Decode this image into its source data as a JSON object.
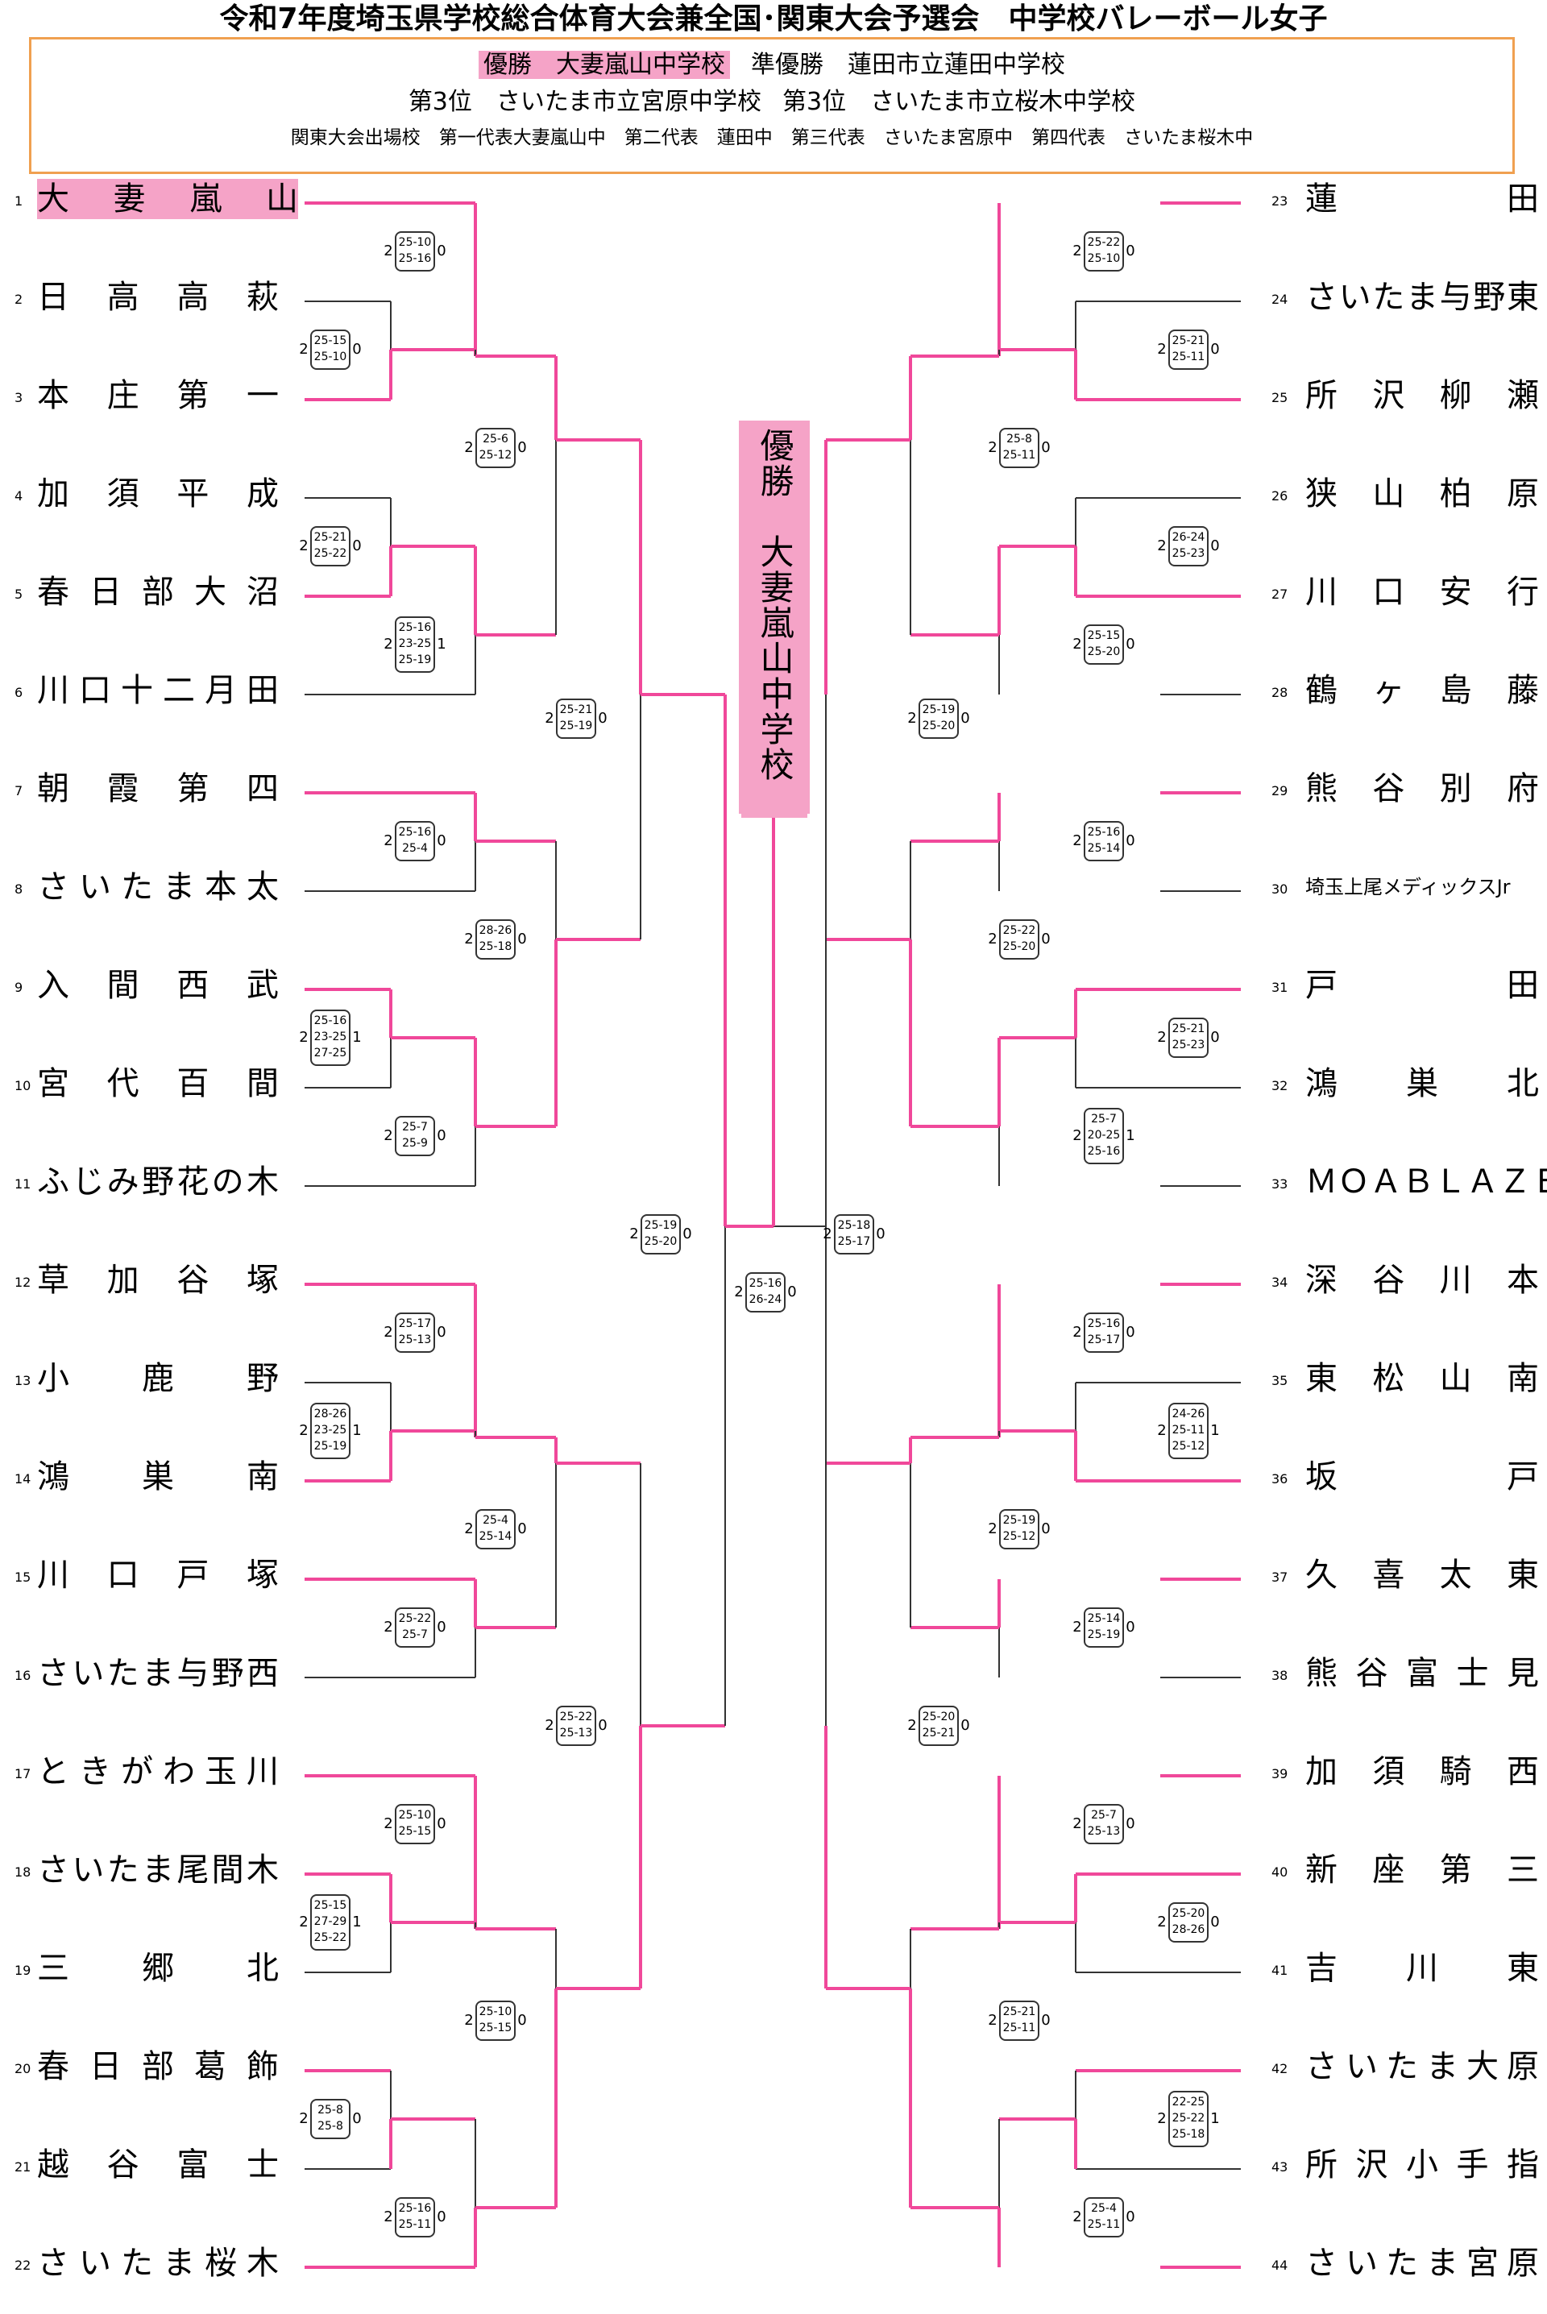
{
  "header": {
    "title": "令和7年度埼玉県学校総合体育大会兼全国･関東大会予選会　中学校バレーボール女子",
    "winner_label": "優勝　大妻嵐山中学校",
    "runner_up": "準優勝　蓮田市立蓮田中学校",
    "third_a": "第3位　さいたま市立宮原中学校",
    "third_b": "第3位　さいたま市立桜木中学校",
    "qualifiers": "関東大会出場校　第一代表大妻嵐山中　第二代表　蓮田中　第三代表　さいたま宮原中　第四代表　さいたま桜木中"
  },
  "champion": "優勝　大妻嵐山中学校",
  "colors": {
    "win": "#f0489a",
    "lose": "#333333",
    "highlight": "#f5a3c7",
    "frame": "#f0a050"
  },
  "left_teams": [
    {
      "no": "1",
      "name": "大妻嵐山",
      "spaced": true
    },
    {
      "no": "2",
      "name": "日高高萩",
      "spaced": true
    },
    {
      "no": "3",
      "name": "本庄第一",
      "spaced": true
    },
    {
      "no": "4",
      "name": "加須平成",
      "spaced": true
    },
    {
      "no": "5",
      "name": "春日部大沼",
      "spaced": true
    },
    {
      "no": "6",
      "name": "川口十二月田",
      "spaced": true
    },
    {
      "no": "7",
      "name": "朝霞第四",
      "spaced": true
    },
    {
      "no": "8",
      "name": "さいたま本太",
      "spaced": true
    },
    {
      "no": "9",
      "name": "入間西武",
      "spaced": true
    },
    {
      "no": "10",
      "name": "宮代百間",
      "spaced": true
    },
    {
      "no": "11",
      "name": "ふじみ野花の木",
      "spaced": true
    },
    {
      "no": "12",
      "name": "草加谷塚",
      "spaced": true
    },
    {
      "no": "13",
      "name": "小鹿野",
      "spaced": true
    },
    {
      "no": "14",
      "name": "鴻巣南",
      "spaced": true
    },
    {
      "no": "15",
      "name": "川口戸塚",
      "spaced": true
    },
    {
      "no": "16",
      "name": "さいたま与野西",
      "spaced": true
    },
    {
      "no": "17",
      "name": "ときがわ玉川",
      "spaced": true
    },
    {
      "no": "18",
      "name": "さいたま尾間木",
      "spaced": true
    },
    {
      "no": "19",
      "name": "三郷北",
      "spaced": true
    },
    {
      "no": "20",
      "name": "春日部葛飾",
      "spaced": true
    },
    {
      "no": "21",
      "name": "越谷富士",
      "spaced": true
    },
    {
      "no": "22",
      "name": "さいたま桜木",
      "spaced": true
    }
  ],
  "right_teams": [
    {
      "no": "23",
      "name": "蓮田",
      "spaced": true
    },
    {
      "no": "24",
      "name": "さいたま与野東",
      "spaced": true
    },
    {
      "no": "25",
      "name": "所沢柳瀬",
      "spaced": true
    },
    {
      "no": "26",
      "name": "狭山柏原",
      "spaced": true
    },
    {
      "no": "27",
      "name": "川口安行",
      "spaced": true
    },
    {
      "no": "28",
      "name": "鶴ヶ島藤",
      "spaced": true
    },
    {
      "no": "29",
      "name": "熊谷別府",
      "spaced": true
    },
    {
      "no": "30",
      "name": "埼玉上尾メディックスJr",
      "spaced": false
    },
    {
      "no": "31",
      "name": "戸田",
      "spaced": true
    },
    {
      "no": "32",
      "name": "鴻巣北",
      "spaced": true
    },
    {
      "no": "33",
      "name": "ＭＯＡＢＬＡＺＥ",
      "spaced": true
    },
    {
      "no": "34",
      "name": "深谷川本",
      "spaced": true
    },
    {
      "no": "35",
      "name": "東松山南",
      "spaced": true
    },
    {
      "no": "36",
      "name": "坂戸",
      "spaced": true
    },
    {
      "no": "37",
      "name": "久喜太東",
      "spaced": true
    },
    {
      "no": "38",
      "name": "熊谷富士見",
      "spaced": true
    },
    {
      "no": "39",
      "name": "加須騎西",
      "spaced": true
    },
    {
      "no": "40",
      "name": "新座第三",
      "spaced": true
    },
    {
      "no": "41",
      "name": "吉川東",
      "spaced": true
    },
    {
      "no": "42",
      "name": "さいたま大原",
      "spaced": true
    },
    {
      "no": "43",
      "name": "所沢小手指",
      "spaced": true
    },
    {
      "no": "44",
      "name": "さいたま宮原",
      "spaced": true
    }
  ],
  "scores": [
    {
      "id": "L1",
      "lines": [
        "25-10",
        "25-16"
      ],
      "l": "2",
      "r": "0"
    },
    {
      "id": "L2",
      "lines": [
        "25-15",
        "25-10"
      ],
      "l": "2",
      "r": "0"
    },
    {
      "id": "L3",
      "lines": [
        "25-6",
        "25-12"
      ],
      "l": "2",
      "r": "0"
    },
    {
      "id": "L4",
      "lines": [
        "25-21",
        "25-22"
      ],
      "l": "2",
      "r": "0"
    },
    {
      "id": "L5",
      "lines": [
        "25-16",
        "23-25",
        "25-19"
      ],
      "l": "2",
      "r": "1"
    },
    {
      "id": "L6",
      "lines": [
        "25-21",
        "25-19"
      ],
      "l": "2",
      "r": "0"
    },
    {
      "id": "L7",
      "lines": [
        "25-16",
        "25-4"
      ],
      "l": "2",
      "r": "0"
    },
    {
      "id": "L8",
      "lines": [
        "28-26",
        "25-18"
      ],
      "l": "2",
      "r": "0"
    },
    {
      "id": "L9",
      "lines": [
        "25-16",
        "23-25",
        "27-25"
      ],
      "l": "2",
      "r": "1"
    },
    {
      "id": "L10",
      "lines": [
        "25-7",
        "25-9"
      ],
      "l": "2",
      "r": "0"
    },
    {
      "id": "L11",
      "lines": [
        "25-19",
        "25-20"
      ],
      "l": "2",
      "r": "0"
    },
    {
      "id": "L12",
      "lines": [
        "25-17",
        "25-13"
      ],
      "l": "2",
      "r": "0"
    },
    {
      "id": "L13",
      "lines": [
        "28-26",
        "23-25",
        "25-19"
      ],
      "l": "2",
      "r": "1"
    },
    {
      "id": "L14",
      "lines": [
        "25-4",
        "25-14"
      ],
      "l": "2",
      "r": "0"
    },
    {
      "id": "L15",
      "lines": [
        "25-22",
        "25-7"
      ],
      "l": "2",
      "r": "0"
    },
    {
      "id": "L16",
      "lines": [
        "25-22",
        "25-13"
      ],
      "l": "2",
      "r": "0"
    },
    {
      "id": "L17",
      "lines": [
        "25-10",
        "25-15"
      ],
      "l": "2",
      "r": "0"
    },
    {
      "id": "L18",
      "lines": [
        "25-15",
        "27-29",
        "25-22"
      ],
      "l": "2",
      "r": "1"
    },
    {
      "id": "L19",
      "lines": [
        "25-10",
        "25-15"
      ],
      "l": "2",
      "r": "0"
    },
    {
      "id": "L20",
      "lines": [
        "25-8",
        "25-8"
      ],
      "l": "2",
      "r": "0"
    },
    {
      "id": "L21",
      "lines": [
        "25-16",
        "25-11"
      ],
      "l": "2",
      "r": "0"
    },
    {
      "id": "F",
      "lines": [
        "25-16",
        "26-24"
      ],
      "l": "2",
      "r": "0"
    },
    {
      "id": "R1",
      "lines": [
        "25-22",
        "25-10"
      ],
      "l": "2",
      "r": "0"
    },
    {
      "id": "R2",
      "lines": [
        "25-21",
        "25-11"
      ],
      "l": "2",
      "r": "0"
    },
    {
      "id": "R3",
      "lines": [
        "25-8",
        "25-11"
      ],
      "l": "2",
      "r": "0"
    },
    {
      "id": "R4",
      "lines": [
        "26-24",
        "25-23"
      ],
      "l": "2",
      "r": "0"
    },
    {
      "id": "R5",
      "lines": [
        "25-15",
        "25-20"
      ],
      "l": "2",
      "r": "0"
    },
    {
      "id": "R6",
      "lines": [
        "25-19",
        "25-20"
      ],
      "l": "2",
      "r": "0"
    },
    {
      "id": "R7",
      "lines": [
        "25-16",
        "25-14"
      ],
      "l": "2",
      "r": "0"
    },
    {
      "id": "R8",
      "lines": [
        "25-22",
        "25-20"
      ],
      "l": "2",
      "r": "0"
    },
    {
      "id": "R9",
      "lines": [
        "25-21",
        "25-23"
      ],
      "l": "2",
      "r": "0"
    },
    {
      "id": "R10",
      "lines": [
        "25-7",
        "20-25",
        "25-16"
      ],
      "l": "2",
      "r": "1"
    },
    {
      "id": "R11",
      "lines": [
        "25-18",
        "25-17"
      ],
      "l": "2",
      "r": "0"
    },
    {
      "id": "R12",
      "lines": [
        "25-16",
        "25-17"
      ],
      "l": "2",
      "r": "0"
    },
    {
      "id": "R13",
      "lines": [
        "24-26",
        "25-11",
        "25-12"
      ],
      "l": "2",
      "r": "1"
    },
    {
      "id": "R14",
      "lines": [
        "25-19",
        "25-12"
      ],
      "l": "2",
      "r": "0"
    },
    {
      "id": "R15",
      "lines": [
        "25-14",
        "25-19"
      ],
      "l": "2",
      "r": "0"
    },
    {
      "id": "R16",
      "lines": [
        "25-20",
        "25-21"
      ],
      "l": "2",
      "r": "0"
    },
    {
      "id": "R17",
      "lines": [
        "25-7",
        "25-13"
      ],
      "l": "2",
      "r": "0"
    },
    {
      "id": "R18",
      "lines": [
        "25-20",
        "28-26"
      ],
      "l": "2",
      "r": "0"
    },
    {
      "id": "R19",
      "lines": [
        "25-21",
        "25-11"
      ],
      "l": "2",
      "r": "0"
    },
    {
      "id": "R20",
      "lines": [
        "22-25",
        "25-22",
        "25-18"
      ],
      "l": "2",
      "r": "1"
    },
    {
      "id": "R21",
      "lines": [
        "25-4",
        "25-11"
      ],
      "l": "2",
      "r": "0"
    }
  ]
}
